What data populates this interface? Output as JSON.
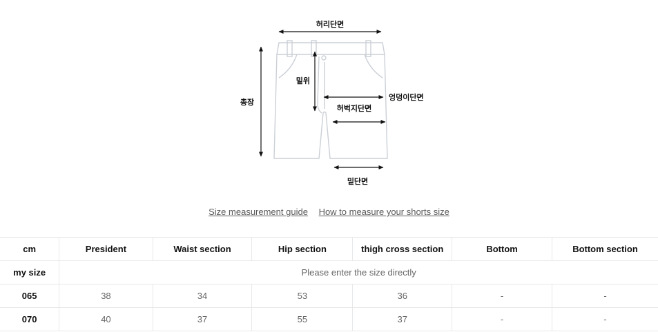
{
  "diagram": {
    "labels": {
      "waist": "허리단면",
      "total_length": "총장",
      "rise": "밑위",
      "hip": "엉덩이단면",
      "thigh": "허벅지단면",
      "hem": "밑단면"
    },
    "colors": {
      "outline": "#cbd0d6",
      "arrow": "#111111"
    }
  },
  "links": {
    "guide": "Size measurement guide",
    "how_to": "How to measure your shorts size"
  },
  "table": {
    "headers": [
      "cm",
      "President",
      "Waist section",
      "Hip section",
      "thigh cross section",
      "Bottom",
      "Bottom section"
    ],
    "my_size_label": "my size",
    "my_size_placeholder": "Please enter the size directly",
    "rows": [
      {
        "size": "065",
        "values": [
          "38",
          "34",
          "53",
          "36",
          "-",
          "-"
        ]
      },
      {
        "size": "070",
        "values": [
          "40",
          "37",
          "55",
          "37",
          "-",
          "-"
        ]
      }
    ]
  }
}
